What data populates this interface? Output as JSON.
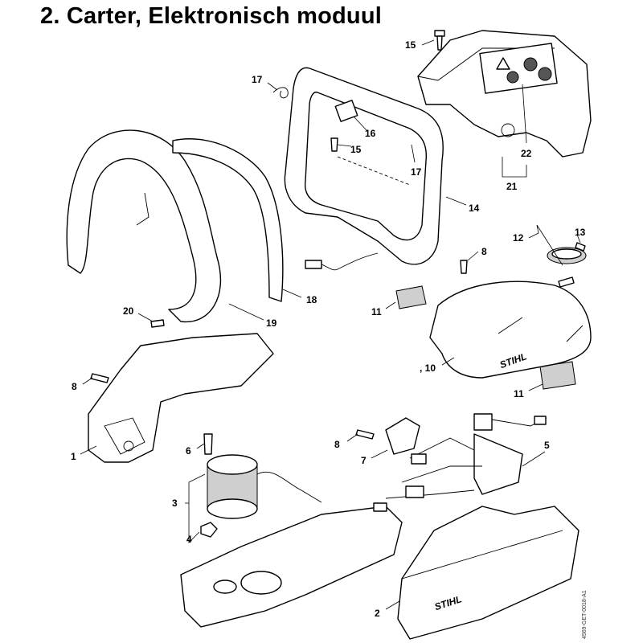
{
  "title": "2. Carter, Elektronisch moduul",
  "drawing_code": "4569-GET-0018-A1",
  "brand_marks": [
    "STIHL",
    "STIHL"
  ],
  "callouts": [
    {
      "id": "c15a",
      "label": "15"
    },
    {
      "id": "c17a",
      "label": "17"
    },
    {
      "id": "c16",
      "label": "16"
    },
    {
      "id": "c15b",
      "label": "15"
    },
    {
      "id": "c17b",
      "label": "17"
    },
    {
      "id": "c22",
      "label": "22"
    },
    {
      "id": "c21",
      "label": "21"
    },
    {
      "id": "c14",
      "label": "14"
    },
    {
      "id": "c12",
      "label": "12"
    },
    {
      "id": "c13",
      "label": "13"
    },
    {
      "id": "c8a",
      "label": "8"
    },
    {
      "id": "c18",
      "label": "18"
    },
    {
      "id": "c19",
      "label": "19"
    },
    {
      "id": "c11a",
      "label": "11"
    },
    {
      "id": "c20",
      "label": "20"
    },
    {
      "id": "c10",
      "label": ", 10"
    },
    {
      "id": "c11b",
      "label": "11"
    },
    {
      "id": "c8b",
      "label": "8"
    },
    {
      "id": "c1",
      "label": "1"
    },
    {
      "id": "c6",
      "label": "6"
    },
    {
      "id": "c8c",
      "label": "8"
    },
    {
      "id": "c7",
      "label": "7"
    },
    {
      "id": "c5",
      "label": "5"
    },
    {
      "id": "c3",
      "label": "3"
    },
    {
      "id": "c4",
      "label": "4"
    },
    {
      "id": "c2",
      "label": "2"
    }
  ]
}
